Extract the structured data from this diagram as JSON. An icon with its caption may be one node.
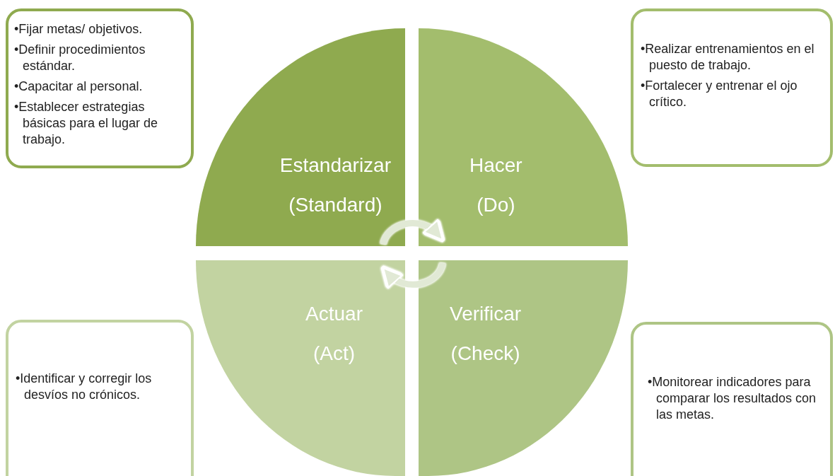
{
  "diagram": {
    "nodes": [
      {
        "text": [
          "•Fijar metas/ objetivos.",
          "•Definir procedimientos estándar.",
          "•Capacitar al personal.",
          "•Establecer estrategias básicas para el lugar de trabajo."
        ]
      },
      {
        "text": [
          "•Realizar entrenamientos en el puesto de trabajo.",
          "•Fortalecer y entrenar el ojo crítico."
        ]
      },
      {
        "text": [
          "Estandarizar (Standard)"
        ]
      },
      {
        "text": [
          "Hacer (Do)"
        ]
      },
      {
        "text": [
          "Actuar (Act)"
        ]
      },
      {
        "text": [
          "Verificar (Check)"
        ]
      },
      {
        "text": [
          "•Identificar y corregir los desvíos no crónicos."
        ]
      },
      {
        "text": [
          "•Monitorear indicadores para comparar los resultados con las metas."
        ]
      }
    ],
    "edges": [
      {
        "from": 2,
        "to": 3,
        "arrow": "to"
      },
      {
        "from": 5,
        "to": 4,
        "arrow": "to"
      }
    ]
  }
}
